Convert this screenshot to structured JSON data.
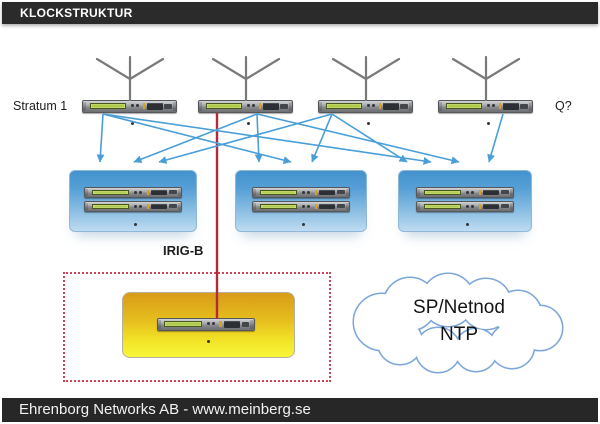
{
  "slide": {
    "title": "KLOCKSTRUKTUR",
    "footer": "Ehrenborg Networks AB - www.meinberg.se"
  },
  "labels": {
    "stratum": "Stratum 1",
    "question": "Q?",
    "irig": "IRIG-B"
  },
  "cloud": {
    "line1": "SP/Netnod",
    "line2": "NTP"
  },
  "diagram": {
    "stratum1_devices": 4,
    "server_groups": 3,
    "devices_per_group": 2,
    "irig_devices": 1
  },
  "colors": {
    "arrow": "#4A9FD8",
    "irig_line": "#B22B3C",
    "dotted_outline": "#D24157",
    "cloud_stroke": "#7DA7D9",
    "blue_top": "#4392CE",
    "blue_bottom": "#BFDCF1",
    "yellow_top": "#D89B19",
    "yellow_bottom": "#F8F63A",
    "bar_bg": "#2B2B2B",
    "lcd": "#A8C540",
    "antenna": "#7A7A7A"
  }
}
